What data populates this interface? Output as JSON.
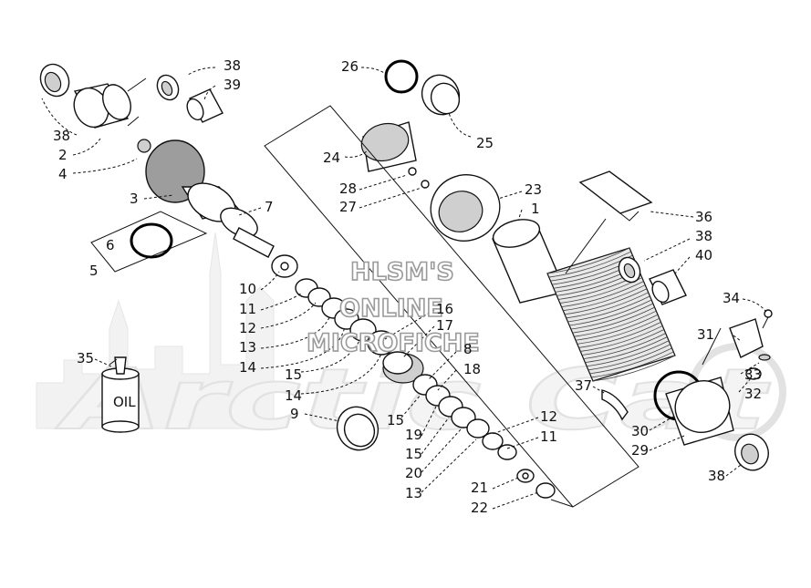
{
  "watermark": {
    "lines": [
      "HLSM'S",
      "ONLINE",
      "MICROFICHE"
    ],
    "brand": "Arctic Cat"
  },
  "oil_can_label": "OIL",
  "callouts": [
    {
      "id": "c38a",
      "text": "38"
    },
    {
      "id": "c39",
      "text": "39"
    },
    {
      "id": "c38b",
      "text": "38"
    },
    {
      "id": "c2",
      "text": "2"
    },
    {
      "id": "c4",
      "text": "4"
    },
    {
      "id": "c3",
      "text": "3"
    },
    {
      "id": "c7",
      "text": "7"
    },
    {
      "id": "c6",
      "text": "6"
    },
    {
      "id": "c5",
      "text": "5"
    },
    {
      "id": "c26",
      "text": "26"
    },
    {
      "id": "c25",
      "text": "25"
    },
    {
      "id": "c24",
      "text": "24"
    },
    {
      "id": "c28",
      "text": "28"
    },
    {
      "id": "c27",
      "text": "27"
    },
    {
      "id": "c23",
      "text": "23"
    },
    {
      "id": "c1",
      "text": "1"
    },
    {
      "id": "c36",
      "text": "36"
    },
    {
      "id": "c38c",
      "text": "38"
    },
    {
      "id": "c40",
      "text": "40"
    },
    {
      "id": "c34",
      "text": "34"
    },
    {
      "id": "c31",
      "text": "31"
    },
    {
      "id": "c33",
      "text": "33"
    },
    {
      "id": "c32",
      "text": "32"
    },
    {
      "id": "c10",
      "text": "10"
    },
    {
      "id": "c11a",
      "text": "11"
    },
    {
      "id": "c12a",
      "text": "12"
    },
    {
      "id": "c13a",
      "text": "13"
    },
    {
      "id": "c14a",
      "text": "14"
    },
    {
      "id": "c16",
      "text": "16"
    },
    {
      "id": "c17",
      "text": "17"
    },
    {
      "id": "c8",
      "text": "8"
    },
    {
      "id": "c18",
      "text": "18"
    },
    {
      "id": "c15a",
      "text": "15"
    },
    {
      "id": "c14b",
      "text": "14"
    },
    {
      "id": "c35",
      "text": "35"
    },
    {
      "id": "c9",
      "text": "9"
    },
    {
      "id": "c15b",
      "text": "15"
    },
    {
      "id": "c19",
      "text": "19"
    },
    {
      "id": "c15c",
      "text": "15"
    },
    {
      "id": "c20",
      "text": "20"
    },
    {
      "id": "c13b",
      "text": "13"
    },
    {
      "id": "c12b",
      "text": "12"
    },
    {
      "id": "c11b",
      "text": "11"
    },
    {
      "id": "c21",
      "text": "21"
    },
    {
      "id": "c22",
      "text": "22"
    },
    {
      "id": "c37",
      "text": "37"
    },
    {
      "id": "c30",
      "text": "30"
    },
    {
      "id": "c29",
      "text": "29"
    },
    {
      "id": "c38d",
      "text": "38"
    }
  ]
}
